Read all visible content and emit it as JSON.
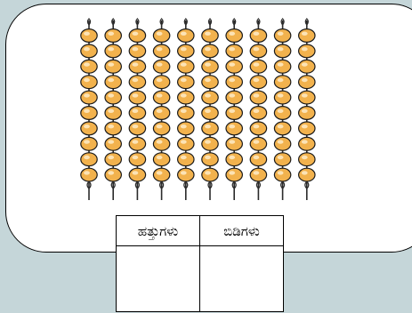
{
  "colors": {
    "background": "#c5d6d9",
    "card": "#ffffff",
    "bead_fill": "#f2b24d",
    "bead_highlight": "#fce3b5",
    "bead_stroke": "#1a1a1a",
    "string": "#2b2b2b"
  },
  "bead_strings": {
    "string_count": 10,
    "beads_per_string": 10,
    "icon": "bead-string-of-ten-icon"
  },
  "table": {
    "headers": [
      "ಹತ್ತುಗಳು",
      "ಬಿಡಿಗಳು"
    ],
    "cells": [
      "",
      ""
    ]
  }
}
